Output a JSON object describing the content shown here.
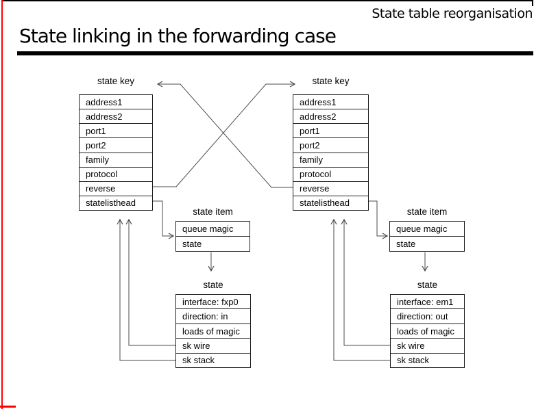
{
  "header": {
    "corner_label": "State table reorganisation",
    "title": "State linking in the forwarding case"
  },
  "colors": {
    "frame_red": "#ff0000",
    "frame_black": "#000000",
    "line": "#4a4a4a"
  },
  "diagram": {
    "left_key": {
      "label": "state key",
      "rows": [
        "address1",
        "address2",
        "port1",
        "port2",
        "family",
        "protocol",
        "reverse",
        "statelisthead"
      ]
    },
    "right_key": {
      "label": "state key",
      "rows": [
        "address1",
        "address2",
        "port1",
        "port2",
        "family",
        "protocol",
        "reverse",
        "statelisthead"
      ]
    },
    "left_item": {
      "label": "state item",
      "rows": [
        "queue magic",
        "state"
      ]
    },
    "right_item": {
      "label": "state item",
      "rows": [
        "queue magic",
        "state"
      ]
    },
    "left_state": {
      "label": "state",
      "rows": [
        "interface: fxp0",
        "direction: in",
        "loads of magic",
        "sk wire",
        "sk stack"
      ]
    },
    "right_state": {
      "label": "state",
      "rows": [
        "interface: em1",
        "direction: out",
        "loads of magic",
        "sk wire",
        "sk stack"
      ]
    }
  }
}
